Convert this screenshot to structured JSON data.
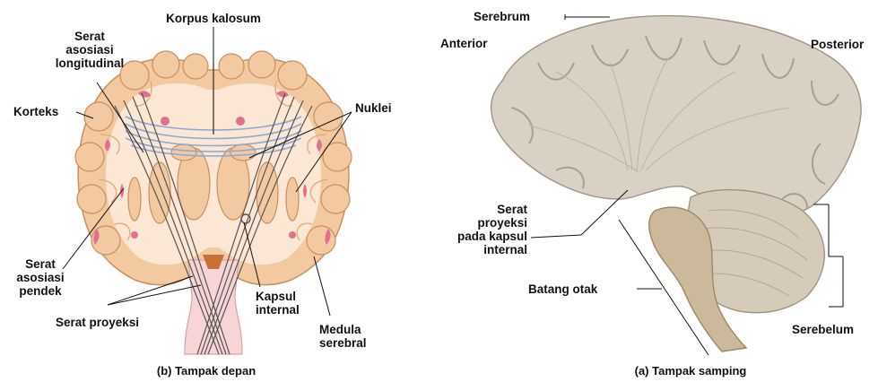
{
  "front_view": {
    "caption": "(b) Tampak depan",
    "labels": {
      "corpus_callosum": "Korpus kalosum",
      "longitudinal_association_fibers": [
        "Serat",
        "asosiasi",
        "longitudinal"
      ],
      "cortex": "Korteks",
      "nuclei": "Nuklei",
      "short_association_fibers": [
        "Serat",
        "asosiasi",
        "pendek"
      ],
      "projection_fibers": "Serat proyeksi",
      "internal_capsule": [
        "Kapsul",
        "internal"
      ],
      "cerebral_medulla": [
        "Medula",
        "serebral"
      ]
    }
  },
  "side_view": {
    "caption": "(a) Tampak samping",
    "labels": {
      "cerebrum": "Serebrum",
      "anterior": "Anterior",
      "posterior": "Posterior",
      "projection_fibers_internal_capsule": [
        "Serat",
        "proyeksi",
        "pada kapsul",
        "internal"
      ],
      "brainstem": "Batang otak",
      "cerebellum": "Serebelum"
    }
  },
  "colors": {
    "gray_matter": "#f2c9a0",
    "white_matter": "#fbe7d3",
    "nuclei_pink": "#e0708c",
    "association_blue": "#8aa8d8",
    "projection_gray": "#555555",
    "specimen": "#d9d1c3"
  }
}
